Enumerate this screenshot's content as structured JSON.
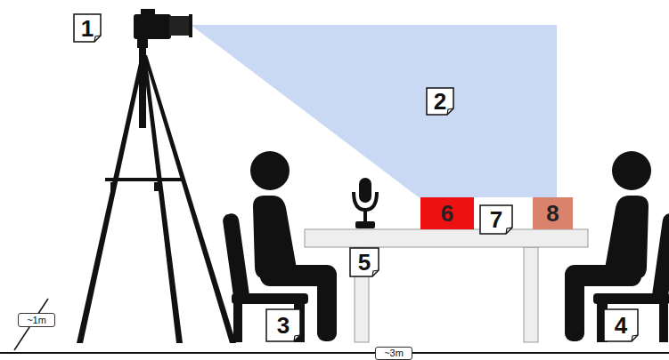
{
  "diagram": {
    "nodes": [
      {
        "text": [
          "6"
        ]
      },
      {
        "text": [
          "8"
        ]
      }
    ],
    "labels": [
      "1",
      "2",
      "3",
      "4",
      "5",
      "7",
      "~1m",
      "~3m"
    ]
  }
}
